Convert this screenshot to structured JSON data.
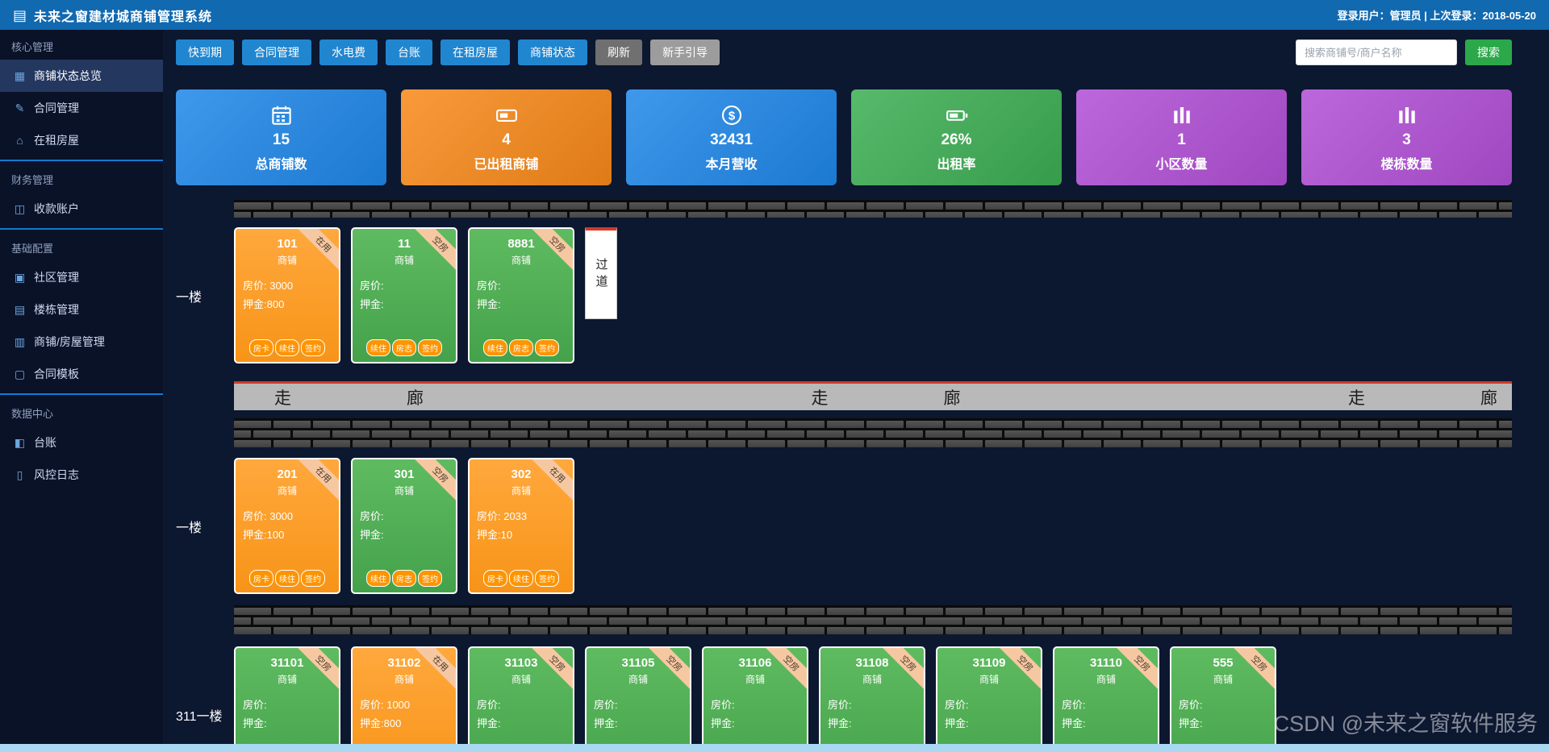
{
  "app": {
    "title": "未来之窗建材城商铺管理系统",
    "session": "登录用户：管理员 | 上次登录：2018-05-20"
  },
  "sidebar": {
    "sections": [
      {
        "header": "核心管理",
        "items": [
          {
            "label": "商铺状态总览",
            "icon": "grid-icon",
            "active": true
          },
          {
            "label": "合同管理",
            "icon": "contract-icon"
          },
          {
            "label": "在租房屋",
            "icon": "house-icon"
          }
        ]
      },
      {
        "header": "财务管理",
        "items": [
          {
            "label": "收款账户",
            "icon": "account-icon"
          }
        ]
      },
      {
        "header": "基础配置",
        "items": [
          {
            "label": "社区管理",
            "icon": "community-icon"
          },
          {
            "label": "楼栋管理",
            "icon": "building-icon"
          },
          {
            "label": "商铺/房屋管理",
            "icon": "shop-house-icon"
          },
          {
            "label": "合同模板",
            "icon": "template-icon"
          }
        ]
      },
      {
        "header": "数据中心",
        "items": [
          {
            "label": "台账",
            "icon": "ledger-icon"
          },
          {
            "label": "风控日志",
            "icon": "log-icon"
          }
        ]
      }
    ]
  },
  "toolbar": {
    "buttons": [
      {
        "label": "快到期",
        "variant": "blue"
      },
      {
        "label": "合同管理",
        "variant": "blue"
      },
      {
        "label": "水电费",
        "variant": "blue"
      },
      {
        "label": "台账",
        "variant": "blue"
      },
      {
        "label": "在租房屋",
        "variant": "blue"
      },
      {
        "label": "商铺状态",
        "variant": "blue"
      },
      {
        "label": "刷新",
        "variant": "dark"
      },
      {
        "label": "新手引导",
        "variant": "gray"
      }
    ],
    "search": {
      "placeholder": "搜索商铺号/商户名称",
      "button_label": "搜索",
      "button_color": "#2ba84a"
    }
  },
  "stats": [
    {
      "value": "15",
      "label": "总商铺数",
      "icon": "calendar-icon",
      "color": "#1f87e8"
    },
    {
      "value": "4",
      "label": "已出租商铺",
      "icon": "card-icon",
      "color": "#f8891a"
    },
    {
      "value": "32431",
      "label": "本月营收",
      "icon": "money-icon",
      "color": "#1f87e8"
    },
    {
      "value": "26%",
      "label": "出租率",
      "icon": "battery-icon",
      "color": "#3cae53"
    },
    {
      "value": "1",
      "label": "小区数量",
      "icon": "bars-icon",
      "color": "#b14fd6"
    },
    {
      "value": "3",
      "label": "楼栋数量",
      "icon": "bars-icon",
      "color": "#b14fd6"
    }
  ],
  "corridor": {
    "char_a": "走",
    "char_b": "廊"
  },
  "floors": [
    {
      "label": "一楼",
      "passage": "过道",
      "shops": [
        {
          "number": "101",
          "type": "商铺",
          "status": "在用",
          "state": "occupied",
          "price": "房价: 3000",
          "deposit": "押金:800",
          "actions": [
            "房卡",
            "续住",
            "签约"
          ]
        },
        {
          "number": "11",
          "type": "商铺",
          "status": "空房",
          "state": "vacant",
          "price": "房价:",
          "deposit": "押金:",
          "actions": [
            "续住",
            "房志",
            "签约"
          ]
        },
        {
          "number": "8881",
          "type": "商铺",
          "status": "空房",
          "state": "vacant",
          "price": "房价:",
          "deposit": "押金:",
          "actions": [
            "续住",
            "房志",
            "签约"
          ]
        }
      ]
    },
    {
      "label": "一楼",
      "shops": [
        {
          "number": "201",
          "type": "商铺",
          "status": "在用",
          "state": "occupied",
          "price": "房价: 3000",
          "deposit": "押金:100",
          "actions": [
            "房卡",
            "续住",
            "签约"
          ]
        },
        {
          "number": "301",
          "type": "商铺",
          "status": "空房",
          "state": "vacant",
          "price": "房价:",
          "deposit": "押金:",
          "actions": [
            "续住",
            "房志",
            "签约"
          ]
        },
        {
          "number": "302",
          "type": "商铺",
          "status": "在用",
          "state": "occupied",
          "price": "房价: 2033",
          "deposit": "押金:10",
          "actions": [
            "房卡",
            "续住",
            "签约"
          ]
        }
      ]
    },
    {
      "label": "311一楼",
      "shops": [
        {
          "number": "31101",
          "type": "商铺",
          "status": "空房",
          "state": "vacant",
          "price": "房价:",
          "deposit": "押金:",
          "actions": []
        },
        {
          "number": "31102",
          "type": "商铺",
          "status": "在用",
          "state": "occupied",
          "price": "房价: 1000",
          "deposit": "押金:800",
          "actions": []
        },
        {
          "number": "31103",
          "type": "商铺",
          "status": "空房",
          "state": "vacant",
          "price": "房价:",
          "deposit": "押金:",
          "actions": []
        },
        {
          "number": "31105",
          "type": "商铺",
          "status": "空房",
          "state": "vacant",
          "price": "房价:",
          "deposit": "押金:",
          "actions": []
        },
        {
          "number": "31106",
          "type": "商铺",
          "status": "空房",
          "state": "vacant",
          "price": "房价:",
          "deposit": "押金:",
          "actions": []
        },
        {
          "number": "31108",
          "type": "商铺",
          "status": "空房",
          "state": "vacant",
          "price": "房价:",
          "deposit": "押金:",
          "actions": []
        },
        {
          "number": "31109",
          "type": "商铺",
          "status": "空房",
          "state": "vacant",
          "price": "房价:",
          "deposit": "押金:",
          "actions": []
        },
        {
          "number": "31110",
          "type": "商铺",
          "status": "空房",
          "state": "vacant",
          "price": "房价:",
          "deposit": "押金:",
          "actions": []
        },
        {
          "number": "555",
          "type": "商铺",
          "status": "空房",
          "state": "vacant",
          "price": "房价:",
          "deposit": "押金:",
          "actions": []
        }
      ]
    }
  ],
  "watermark": "CSDN @未来之窗软件服务"
}
